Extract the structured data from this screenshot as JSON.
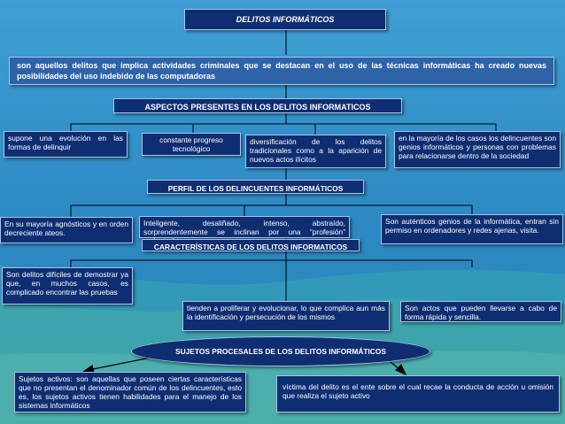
{
  "title": "DELITOS  INFORMÁTICOS",
  "definition": "son aquellos delitos que implica actividades criminales que se destacan en el uso de las técnicas informáticas ha creado nuevas posibilidades del uso indebido de las computadoras",
  "aspects": {
    "header": "ASPECTOS PRESENTES  EN LOS DELITOS INFORMATICOS",
    "items": [
      "supone una evolución en las formas de delinquir",
      "constante progreso tecnológico",
      "diversificación de los delitos tradicionales como a la aparición de nuevos actos ilícitos",
      "en la mayoría de los casos los delincuentes son genios informáticos y personas con problemas para relacionarse dentro de la sociedad"
    ]
  },
  "profile": {
    "header": "PERFIL DE LOS DELINCUENTES INFORMÁTICOS",
    "items": [
      "En su mayoría agnósticos y en orden decreciente ateos.",
      "Inteligente, desaliñado, intenso, abstraído, sorprendentemente se inclinan por una “profesión” sedentaria.",
      "Son auténticos genios de la informática, entran sin permiso en ordenadores y redes ajenas, visita."
    ]
  },
  "characteristics": {
    "header": "CARACTERÍSTICAS DE LOS DELITOS INFORMATICOS",
    "items": [
      "Son delitos difíciles de demostrar ya que, en muchos casos, es complicado encontrar las pruebas",
      "tienden a proliferar y evolucionar, lo que complica aun más la identificación y persecución de los mismos",
      "Son actos que pueden llevarse a cabo de forma rápida y sencilla."
    ]
  },
  "subjects": {
    "header": "SUJETOS PROCESALES DE LOS DELITOS INFORMÁTICOS",
    "items": [
      "Sujetos activos: son aquellas que poseen ciertas características que no presentan el denominador común de los delincuentes, esto es, los sujetos activos tienen habilidades para el manejo de los sistemas informáticos",
      "víctima del delito es el ente sobre el cual recae la conducta de acción u omisión que realiza el sujeto activo"
    ]
  },
  "colors": {
    "box_fill": "#2f63a8",
    "box_dark": "#0f2e72",
    "background": "#2a8fc4",
    "connector": "#000000"
  }
}
